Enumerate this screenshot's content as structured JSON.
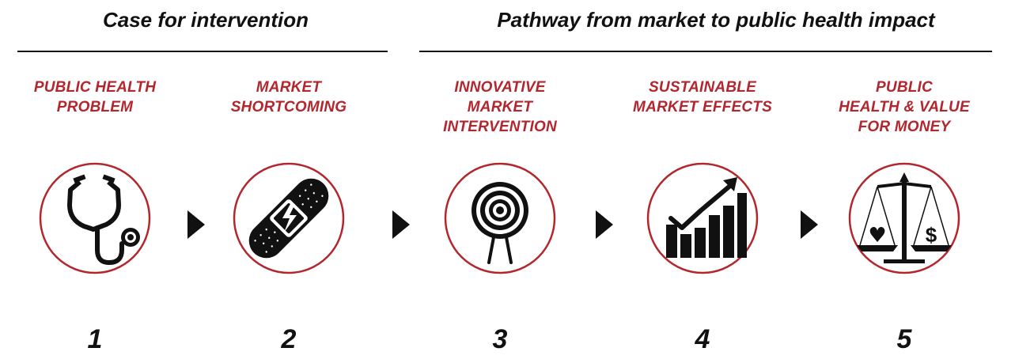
{
  "headings": {
    "left": "Case for intervention",
    "right": "Pathway from market to public health impact"
  },
  "steps": [
    {
      "title": "PUBLIC HEALTH\nPROBLEM",
      "number": "1",
      "icon": "stethoscope-icon"
    },
    {
      "title": "MARKET\nSHORTCOMING",
      "number": "2",
      "icon": "bandage-icon"
    },
    {
      "title": "INNOVATIVE\nMARKET\nINTERVENTION",
      "number": "3",
      "icon": "target-icon"
    },
    {
      "title": "SUSTAINABLE\nMARKET EFFECTS",
      "number": "4",
      "icon": "growth-chart-icon"
    },
    {
      "title": "PUBLIC\nHEALTH & VALUE\nFOR MONEY",
      "number": "5",
      "icon": "balance-scale-icon"
    }
  ],
  "colors": {
    "accent": "#b3262e",
    "ink": "#111111"
  },
  "scale_symbols": {
    "left_pan": "♥",
    "right_pan": "$"
  }
}
